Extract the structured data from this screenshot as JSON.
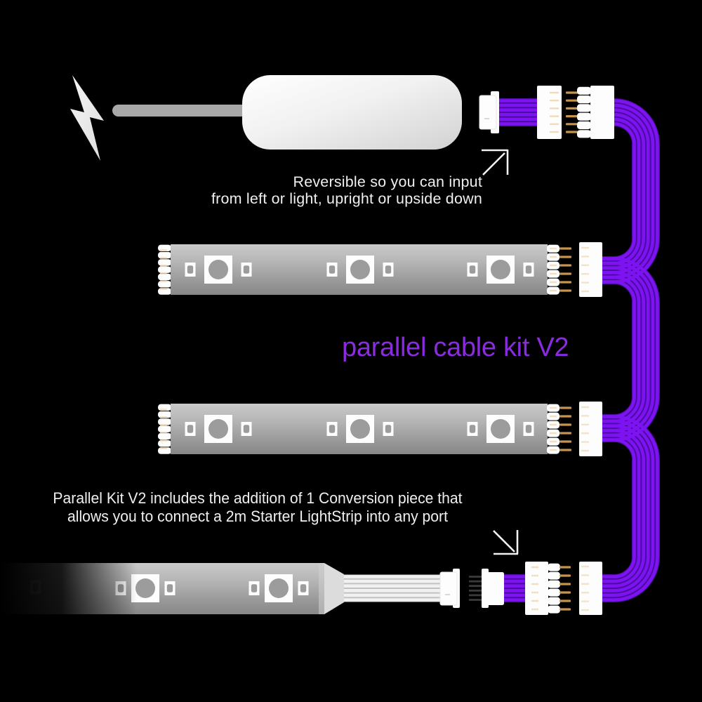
{
  "title": {
    "text": "parallel cable kit V2",
    "color": "#8A2BE2"
  },
  "annotations": {
    "reversible_note": {
      "line1": "Reversible so you can input",
      "line2": "from left or light, upright or upside down"
    },
    "conversion_note": {
      "line1": "Parallel Kit V2 includes the addition of 1 Conversion piece that",
      "line2": "allows you to connect a 2m Starter LightStrip into any port"
    }
  },
  "icons": {
    "power": "lightning-bolt-icon",
    "pointer_top": "arrow-up-right-icon",
    "pointer_bottom": "arrow-down-right-icon"
  },
  "components": {
    "controller": "controller-box",
    "power_cable": "power-cable",
    "top_connector": "reversible-connector-pair",
    "cable_bundle": "parallel-cable-bundle",
    "strip_1": "lightstrip-segment",
    "strip_2": "lightstrip-segment",
    "bottom_strip": "starter-lightstrip",
    "conversion_piece": "conversion-piece"
  },
  "colors": {
    "background": "#000000",
    "cable_bright": "#7C13F0",
    "cable_dark": "#4B0BA0",
    "text_white": "#EFEFEF",
    "arrow_white": "#F2F2F2",
    "gold_pin": "#C6944C",
    "gold_socket": "#EDD5AE",
    "connector_white": "#FDFDFD",
    "connector_shade": "#E6E6E6",
    "strip_top": "#CACACA",
    "strip_bottom": "#878787",
    "led_gray": "#9C9C9C",
    "power_gray": "#A8A8A8",
    "bolt_white": "#ECECEC",
    "ribbon_white": "#F1F1F1",
    "ribbon_base": "#C2C2C2",
    "dark_pin": "#3B3B3B",
    "taper_gray": "#DCDCDC"
  }
}
